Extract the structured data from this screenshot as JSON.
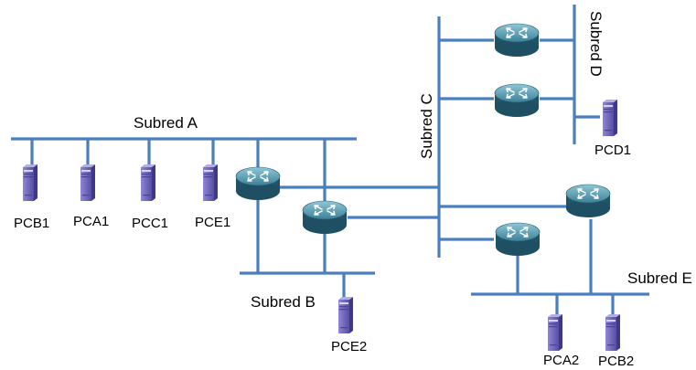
{
  "subnets": {
    "a": "Subred A",
    "b": "Subred B",
    "c": "Subred C",
    "d": "Subred D",
    "e": "Subred E"
  },
  "hosts": {
    "pcb1": "PCB1",
    "pca1": "PCA1",
    "pcc1": "PCC1",
    "pce1": "PCE1",
    "pce2": "PCE2",
    "pcd1": "PCD1",
    "pca2": "PCA2",
    "pcb2": "PCB2"
  },
  "colors": {
    "link": "#4a7fbf",
    "router_body": "#2f6f86",
    "host_body": "#6b63b5"
  },
  "icons": {
    "router": "router-icon",
    "host": "server-tower-icon"
  }
}
